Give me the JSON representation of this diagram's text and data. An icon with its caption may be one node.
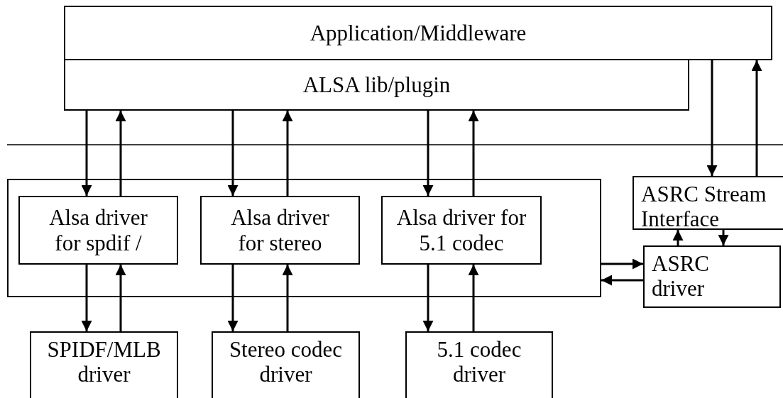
{
  "diagram": {
    "nodes": [
      {
        "text": [
          "Application/Middleware"
        ]
      },
      {
        "text": [
          "ALSA lib/plugin"
        ]
      },
      {
        "text": [],
        "shape": "box"
      },
      {
        "text": [
          "Alsa driver for spdif /"
        ],
        "in": 2
      },
      {
        "text": [
          "Alsa driver for stereo"
        ],
        "in": 2
      },
      {
        "text": [
          "Alsa driver for 5.1 codec"
        ],
        "in": 2
      },
      {
        "text": [
          "ASRC Stream Interface"
        ]
      },
      {
        "text": [
          "ASRC driver"
        ]
      },
      {
        "text": [
          "SPIDF/MLB driver"
        ]
      },
      {
        "text": [
          "Stereo codec driver"
        ]
      },
      {
        "text": [
          "5.1 codec driver"
        ]
      }
    ],
    "edges": [
      {
        "from": 1,
        "to": 3,
        "arrow": "to"
      },
      {
        "from": 3,
        "to": 1,
        "arrow": "to"
      },
      {
        "from": 1,
        "to": 4,
        "arrow": "to"
      },
      {
        "from": 4,
        "to": 1,
        "arrow": "to"
      },
      {
        "from": 1,
        "to": 5,
        "arrow": "to"
      },
      {
        "from": 5,
        "to": 1,
        "arrow": "to"
      },
      {
        "from": 0,
        "to": 6,
        "arrow": "to"
      },
      {
        "from": 6,
        "to": 0,
        "arrow": "to"
      },
      {
        "from": 3,
        "to": 8,
        "arrow": "to"
      },
      {
        "from": 8,
        "to": 3,
        "arrow": "to"
      },
      {
        "from": 4,
        "to": 9,
        "arrow": "to"
      },
      {
        "from": 9,
        "to": 4,
        "arrow": "to"
      },
      {
        "from": 5,
        "to": 10,
        "arrow": "to"
      },
      {
        "from": 10,
        "to": 5,
        "arrow": "to"
      },
      {
        "from": 7,
        "to": 6,
        "arrow": "to"
      },
      {
        "from": 6,
        "to": 7,
        "arrow": "to"
      },
      {
        "from": 2,
        "to": 7,
        "arrow": "to"
      },
      {
        "from": 7,
        "to": 2,
        "arrow": "to"
      }
    ]
  }
}
